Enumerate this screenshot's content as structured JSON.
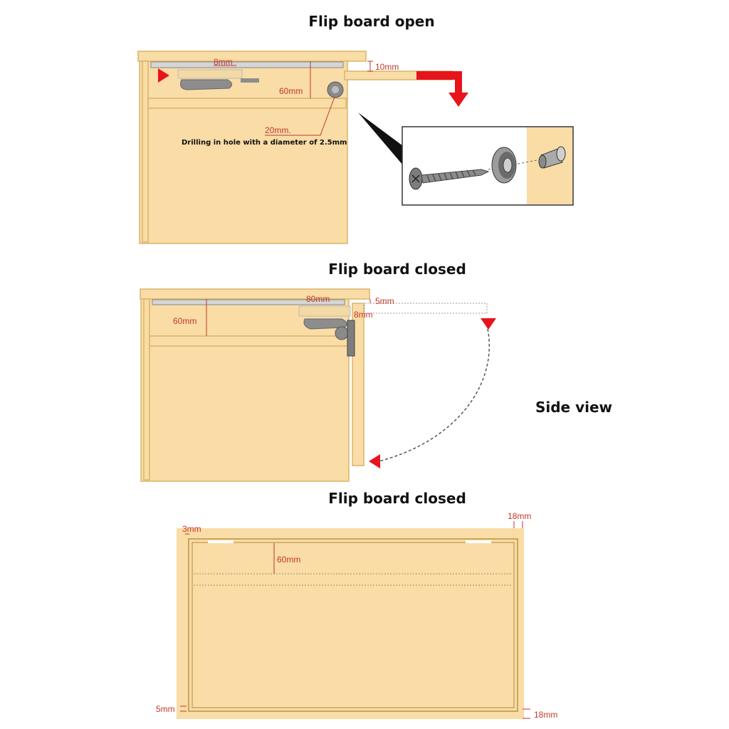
{
  "titles": {
    "open": "Flip board open",
    "closed_side": "Flip board closed",
    "closed_front": "Flip board closed",
    "side_view": "Side view"
  },
  "open_diagram": {
    "dim_8mm": "8mm",
    "dim_10mm": "10mm",
    "dim_60mm": "60mm",
    "dim_20mm": "20mm.",
    "drill_note": "Drilling in hole with a diameter of 2.5mm"
  },
  "closed_diagram": {
    "dim_80mm": "80mm",
    "dim_5mm": "5mm",
    "dim_8mm": "8mm",
    "dim_60mm": "60mm"
  },
  "front_diagram": {
    "dim_3mm": "3mm",
    "dim_18mm_top": "18mm",
    "dim_60mm": "60mm",
    "dim_5mm": "5mm",
    "dim_18mm_bottom": "18mm"
  },
  "colors": {
    "wood": "#f9dca6",
    "wood_edge": "#d9b56a",
    "accent_red": "#e8141b",
    "dim_red": "#c0392b",
    "metal": "#9a9a9a"
  }
}
